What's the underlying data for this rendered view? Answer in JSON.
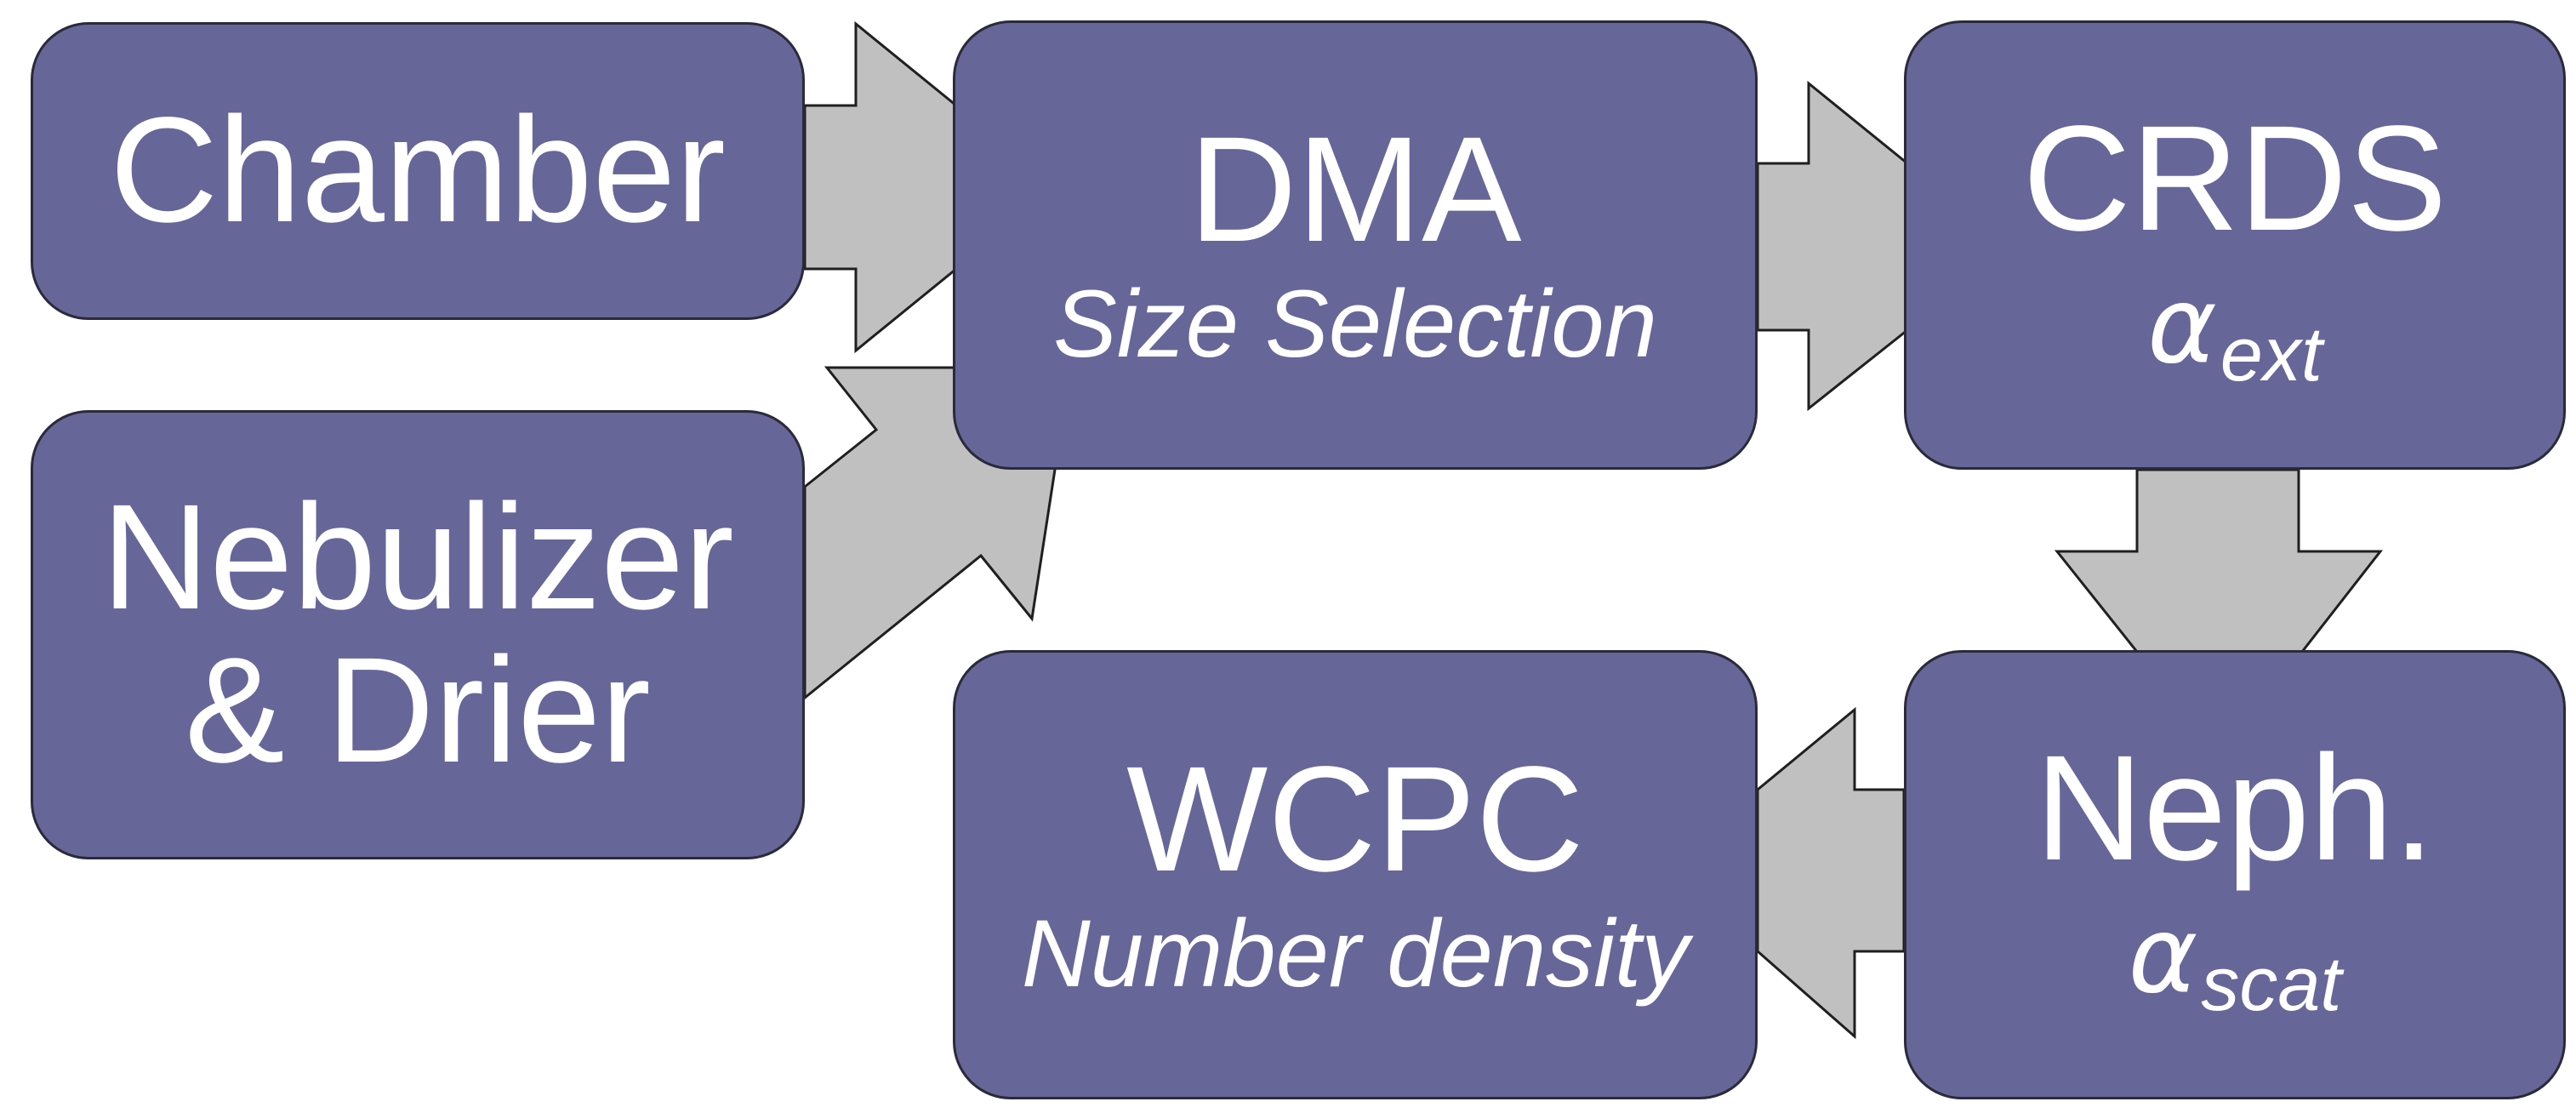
{
  "colors": {
    "box_fill": "#676699",
    "box_border": "#2a2a3a",
    "arrow_fill": "#c0c0c0",
    "text": "#ffffff"
  },
  "nodes": {
    "chamber": {
      "title": "Chamber"
    },
    "nebulizer": {
      "title_line1": "Nebulizer",
      "title_line2": "& Drier"
    },
    "dma": {
      "title": "DMA",
      "subtitle": "Size Selection"
    },
    "crds": {
      "title": "CRDS",
      "symbol": "α",
      "symbol_sub": "ext"
    },
    "wcpc": {
      "title": "WCPC",
      "subtitle": "Number density"
    },
    "neph": {
      "title": "Neph.",
      "symbol": "α",
      "symbol_sub": "scat"
    }
  },
  "edges": [
    {
      "from": "Chamber",
      "to": "DMA"
    },
    {
      "from": "Nebulizer & Drier",
      "to": "DMA"
    },
    {
      "from": "DMA",
      "to": "CRDS"
    },
    {
      "from": "CRDS",
      "to": "Neph."
    },
    {
      "from": "Neph.",
      "to": "WCPC"
    }
  ]
}
